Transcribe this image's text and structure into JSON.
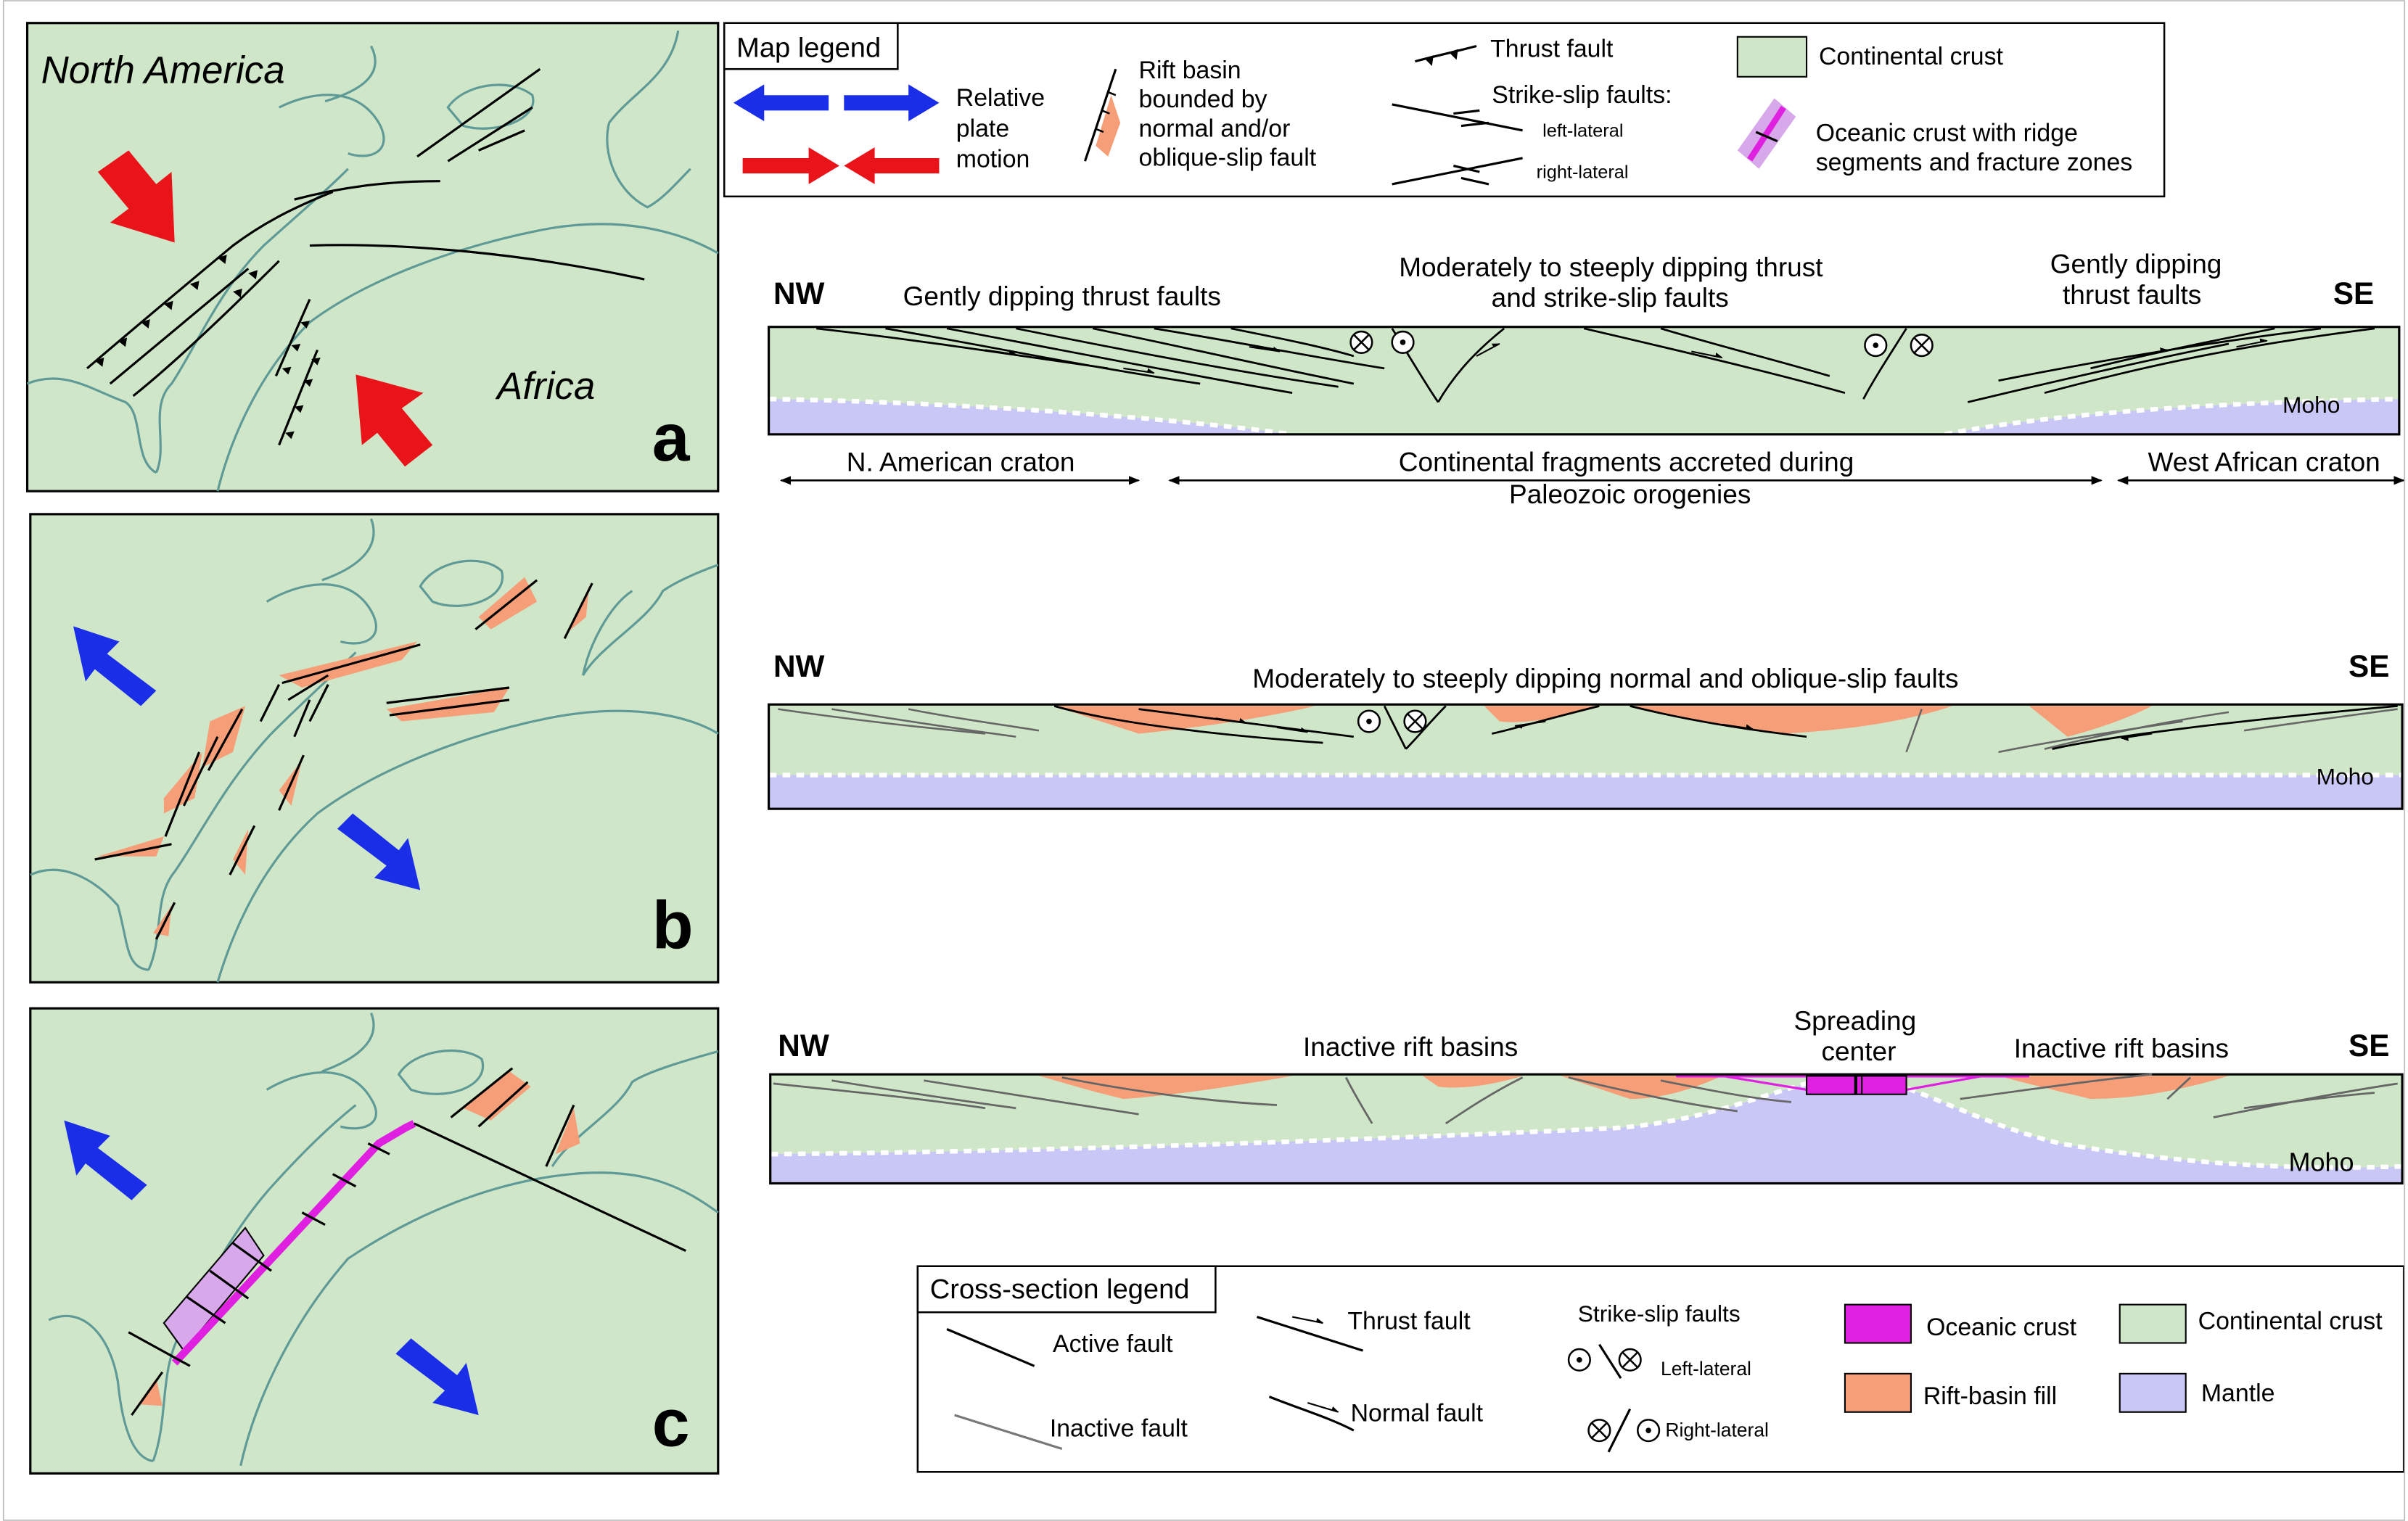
{
  "panels": {
    "a": {
      "letter": "a",
      "continent_left": "North America",
      "continent_right": "Africa"
    },
    "b": {
      "letter": "b"
    },
    "c": {
      "letter": "c"
    }
  },
  "map_legend": {
    "title": "Map legend",
    "plate_motion": [
      "Relative",
      "plate",
      "motion"
    ],
    "rift_basin": [
      "Rift basin",
      "bounded by",
      "normal and/or",
      "oblique-slip fault"
    ],
    "thrust_fault": "Thrust fault",
    "strike_slip_title": "Strike-slip faults:",
    "left_lateral": "left-lateral",
    "right_lateral": "right-lateral",
    "continental_crust": "Continental crust",
    "oceanic_crust": [
      "Oceanic crust with ridge",
      "segments and fracture zones"
    ]
  },
  "section_a": {
    "nw": "NW",
    "se": "SE",
    "label_left": "Gently dipping thrust faults",
    "label_mid": [
      "Moderately to steeply dipping thrust",
      "and strike-slip faults"
    ],
    "label_right": [
      "Gently dipping",
      "thrust faults"
    ],
    "moho": "Moho",
    "craton_left": "N. American craton",
    "accreted": [
      "Continental fragments accreted during",
      "Paleozoic orogenies"
    ],
    "craton_right": "West African craton"
  },
  "section_b": {
    "nw": "NW",
    "se": "SE",
    "label": "Moderately to steeply dipping normal and oblique-slip faults",
    "moho": "Moho"
  },
  "section_c": {
    "nw": "NW",
    "se": "SE",
    "label_left": "Inactive rift basins",
    "label_center": [
      "Spreading",
      "center"
    ],
    "label_right": "Inactive rift basins",
    "moho": "Moho"
  },
  "xsec_legend": {
    "title": "Cross-section legend",
    "active_fault": "Active fault",
    "inactive_fault": "Inactive fault",
    "thrust_fault": "Thrust fault",
    "normal_fault": "Normal fault",
    "strike_slip_title": "Strike-slip faults",
    "left_lateral": "Left-lateral",
    "right_lateral": "Right-lateral",
    "oceanic_crust": "Oceanic crust",
    "rift_basin_fill": "Rift-basin fill",
    "continental_crust": "Continental crust",
    "mantle": "Mantle"
  },
  "colors": {
    "continental_crust": "#cfe6c9",
    "mantle": "#c9c7f5",
    "rift_fill": "#f59e78",
    "oceanic_crust": "#e020e0",
    "coastline": "#5f9a96",
    "plate_blue": "#1a2ee8",
    "plate_red": "#e8141a"
  }
}
